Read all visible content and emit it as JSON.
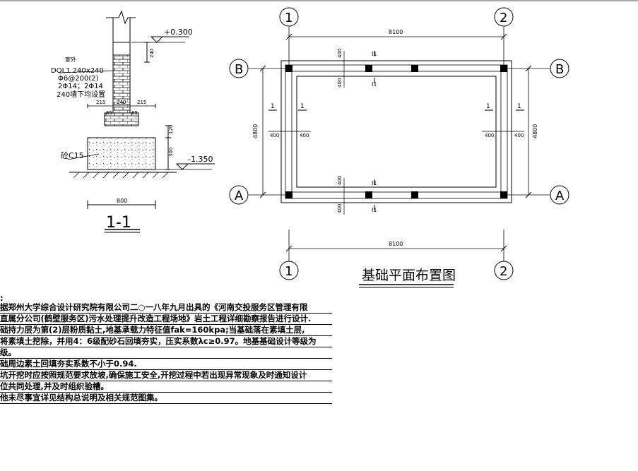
{
  "section": {
    "elev_top": "+0.300",
    "elev_bottom": "-1.350",
    "beam_title": "室外",
    "beam_lines": [
      "DQL1 240x240",
      "Φ6@200(2)",
      "2Φ14；2Φ14",
      "240墙下均设置"
    ],
    "dims": [
      "215",
      "240",
      "215",
      "65",
      "65",
      "120",
      "300",
      "800",
      "240"
    ],
    "concrete_label": "砼C15",
    "label": "1-1"
  },
  "plan": {
    "axes": {
      "col1": "1",
      "col2": "2",
      "rowA": "A",
      "rowB": "B"
    },
    "dim_horizontal": "8100",
    "dim_vertical": "4800",
    "offsets": [
      "400",
      "400",
      "400",
      "400",
      "400",
      "400",
      "400",
      "400"
    ],
    "section_marks": [
      "1",
      "1",
      "1",
      "1",
      "I1",
      "I1",
      "I1",
      "I1"
    ],
    "title": "基础平面布置图"
  },
  "notes": {
    "header": ":",
    "lines": [
      "据郑州大学综合设计研究院有限公司二○一八年九月出具的《河南交投服务区管理有限",
      "直属分公司(鹤壁服务区)污水处理提升改造工程场地》岩土工程详细勘察报告进行设计.",
      "础持力层为第(2)层粉质黏土,地基承载力特征值fak=160kpa;当基础落在素填土层,",
      "将素填土挖除，并用4：6级配砂石回填夯实，压实系数λc≥0.97。地基基础设计等级为",
      "级。",
      "础周边素土回填夯实系数不小于0.94.",
      "坑开挖时应按照规范要求放坡,确保施工安全,开挖过程中若出现异常现象及时通知设计",
      "位共同处理,并及时组织验槽。",
      "他未尽事宜详见结构总说明及相关规范图集。"
    ]
  }
}
